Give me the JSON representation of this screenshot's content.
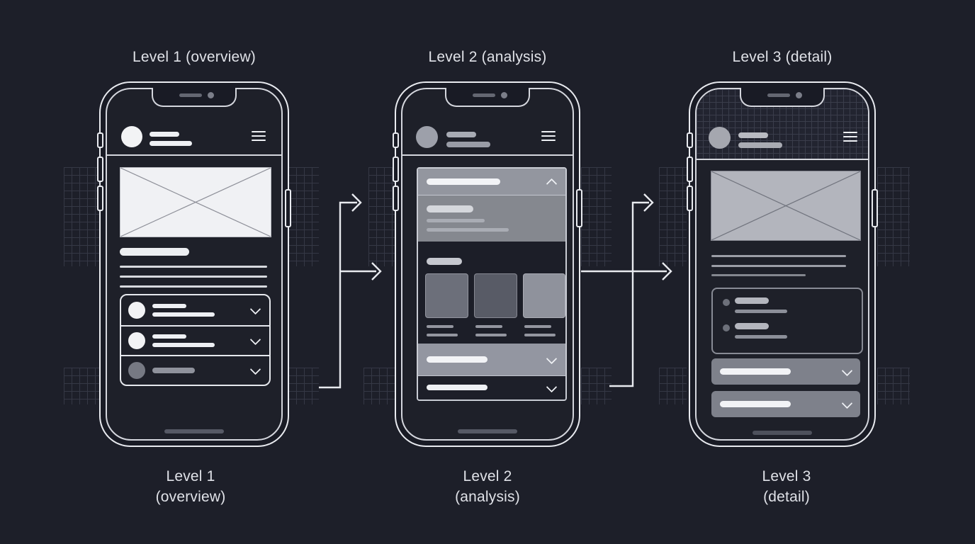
{
  "columns": [
    {
      "id": "level-1",
      "top_label": "Level 1 (overview)",
      "bottom_label": [
        "Level 1",
        "(overview)"
      ]
    },
    {
      "id": "level-2",
      "top_label": "Level 2 (analysis)",
      "bottom_label": [
        "Level 2",
        "(analysis)"
      ]
    },
    {
      "id": "level-3",
      "top_label": "Level 3 (detail)",
      "bottom_label": [
        "Level 3",
        "(detail)"
      ]
    }
  ],
  "icons": {
    "menu": "hamburger-menu-icon",
    "chevron_down": "chevron-down-icon",
    "chevron_up": "chevron-up-icon",
    "image_placeholder": "image-x-placeholder-icon",
    "speaker": "notch-speaker-slot",
    "camera": "notch-camera-dot",
    "home": "home-indicator-bar",
    "arrow": "flow-arrow-right"
  },
  "colors": {
    "background": "#1d1f29",
    "phone_body": "#191b25",
    "frame_stroke": "#e9ebf0",
    "content_white": "#eef0f4",
    "content_gray": "#9a9da8",
    "panel_gray": "#8d909b",
    "grid_line": "#3a3d4b",
    "arrow": "#e8eaef",
    "label_text": "#e0e2e8"
  }
}
